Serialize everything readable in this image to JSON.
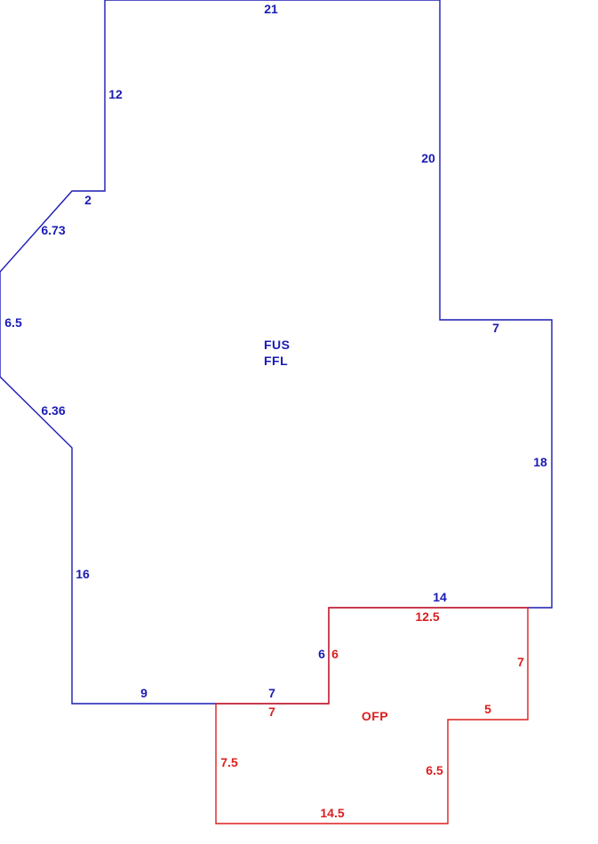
{
  "colors": {
    "living": "#1a1ab4",
    "porch": "#dc1e1e",
    "background": "#ffffff"
  },
  "living_area": {
    "codes": [
      "FUS",
      "FFL"
    ],
    "dimensions": {
      "top": "21",
      "upper_left": "12",
      "notch": "2",
      "angle_upper": "6.73",
      "left": "6.5",
      "angle_lower": "6.36",
      "lower_left": "16",
      "bottom_left": "9",
      "bottom_mid": "7",
      "step_inner": "6",
      "step_top": "14",
      "right_lower": "18",
      "right_step": "7",
      "right_upper": "20"
    }
  },
  "porch_area": {
    "code": "OFP",
    "dimensions": {
      "top": "12.5",
      "left_upper": "6",
      "right_upper": "7",
      "left_mid": "7",
      "step": "5",
      "left_lower": "7.5",
      "right_lower": "6.5",
      "bottom": "14.5"
    }
  }
}
